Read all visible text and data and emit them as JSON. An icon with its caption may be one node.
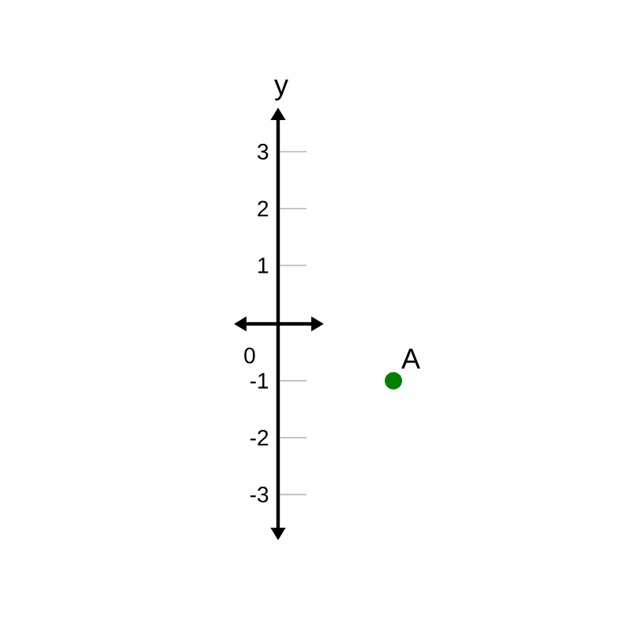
{
  "diagram": {
    "nodes": [
      {
        "text": [],
        "shape": "circle",
        "beside": [
          "A"
        ]
      }
    ],
    "labels": [
      "y",
      "3",
      "2",
      "1",
      "0",
      "-1",
      "-2",
      "-3"
    ]
  }
}
